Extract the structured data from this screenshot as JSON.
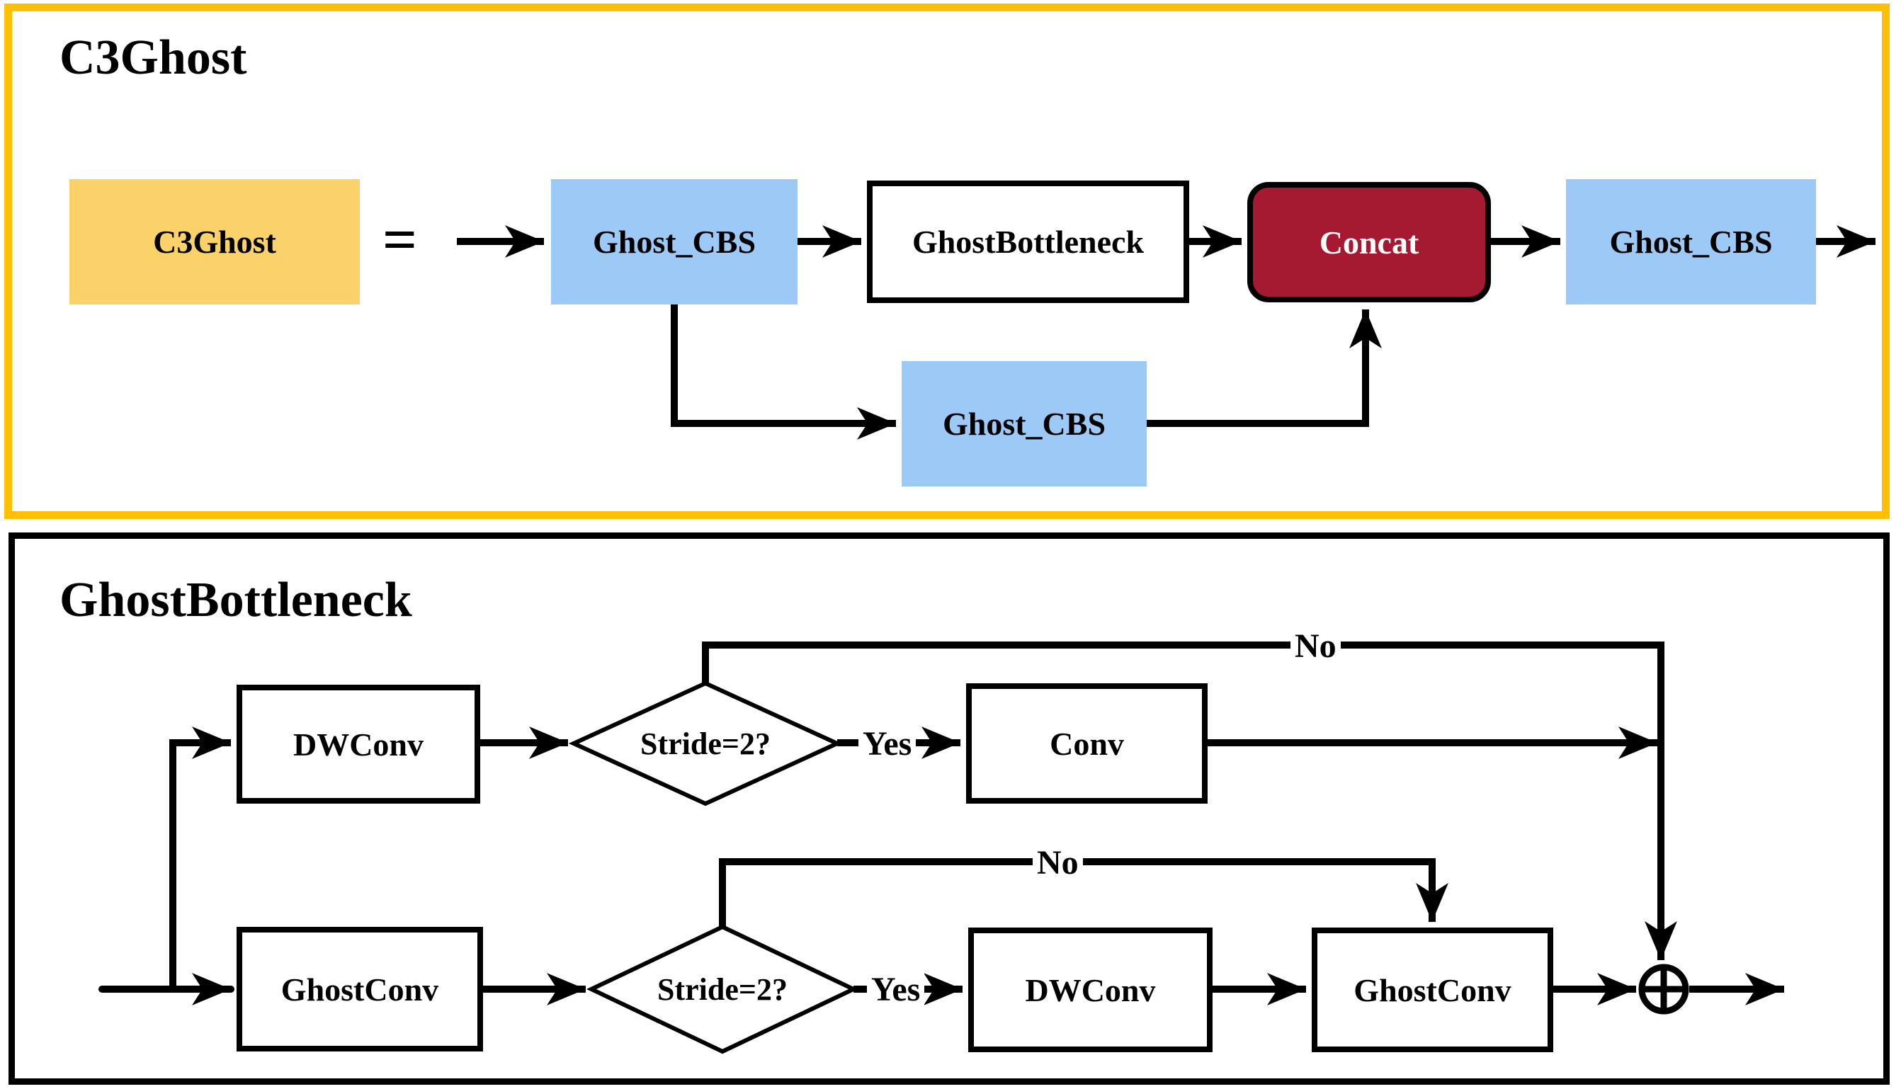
{
  "c3ghost_panel": {
    "title": "C3Ghost",
    "equation_lhs": "C3Ghost",
    "equals_sign": "=",
    "flow": [
      "Ghost_CBS",
      "GhostBottleneck",
      "Concat",
      "Ghost_CBS"
    ],
    "branch_node": "Ghost_CBS"
  },
  "ghostbottleneck_panel": {
    "title": "GhostBottleneck",
    "upper_branch": {
      "input_node": "DWConv",
      "decision": "Stride=2?",
      "yes_label": "Yes",
      "no_label": "No",
      "yes_node": "Conv"
    },
    "lower_branch": {
      "input_node": "GhostConv",
      "decision": "Stride=2?",
      "yes_label": "Yes",
      "no_label": "No",
      "yes_node_1": "DWConv",
      "yes_node_2": "GhostConv"
    },
    "merge_icon": "circle-plus"
  },
  "colors": {
    "panel_yellow_border": "#FFC003",
    "panel_black_border": "#000000",
    "yellow_block": "#FBD269",
    "blue_block": "#9DC9F6",
    "red_block": "#A51931",
    "line": "#000000"
  }
}
